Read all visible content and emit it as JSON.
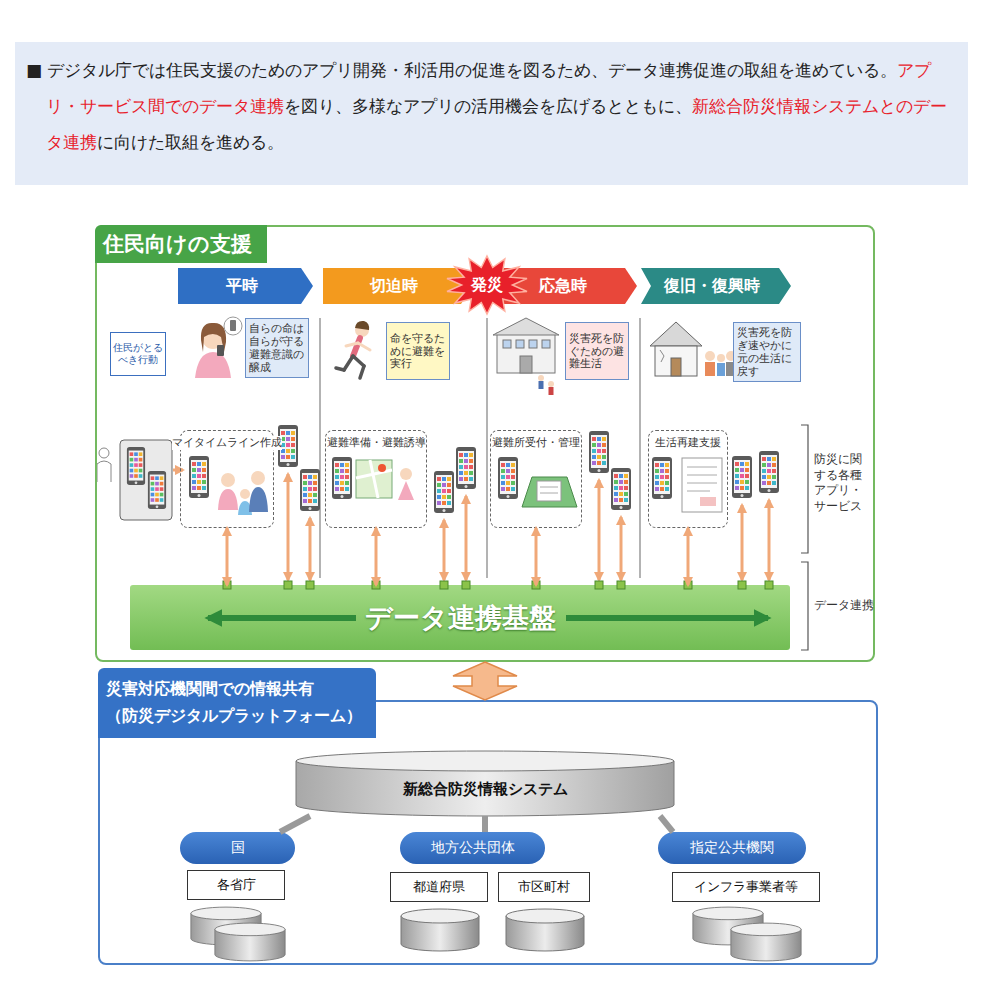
{
  "diagram": {
    "nodes": [
      {
        "text": [
          "住民向けの支援"
        ]
      },
      {
        "text": [
          "平時"
        ],
        "in": 0
      },
      {
        "text": [
          "切迫時"
        ],
        "in": 0
      },
      {
        "text": [
          "発災"
        ],
        "in": 0
      },
      {
        "text": [
          "応急時"
        ],
        "in": 0
      },
      {
        "text": [
          "復旧・復興時"
        ],
        "in": 0
      },
      {
        "text": [
          "住民がとるべき行動"
        ],
        "in": 0
      },
      {
        "text": [
          "自らの命は自らが守る避難意識の醸成"
        ],
        "in": 0
      },
      {
        "text": [
          "命を守るために避難を実行"
        ],
        "in": 0
      },
      {
        "text": [
          "災害死を防ぐための避難生活"
        ],
        "in": 0
      },
      {
        "text": [
          "災害死を防ぎ速やかに元の生活に戻す"
        ],
        "in": 0
      },
      {
        "text": [
          "マイタイムライン作成"
        ],
        "in": 0
      },
      {
        "text": [
          "避難準備・避難誘導"
        ],
        "in": 0
      },
      {
        "text": [
          "避難所受付・管理"
        ],
        "in": 0
      },
      {
        "text": [
          "生活再建支援"
        ],
        "in": 0
      },
      {
        "text": [
          "データ連携基盤"
        ],
        "in": 0
      },
      {
        "text": [
          "災害対応機関間での情報共有 （防災デジタルプラットフォーム）"
        ]
      },
      {
        "text": [
          "新総合防災情報システム"
        ],
        "in": 16
      },
      {
        "text": [
          "国"
        ],
        "in": 16
      },
      {
        "text": [
          "地方公共団体"
        ],
        "in": 16
      },
      {
        "text": [
          "指定公共機関"
        ],
        "in": 16
      },
      {
        "text": [
          "各省庁"
        ],
        "in": 16
      },
      {
        "text": [
          "都道府県"
        ],
        "in": 16
      },
      {
        "text": [
          "市区町村"
        ],
        "in": 16
      },
      {
        "text": [
          "インフラ事業者等"
        ],
        "in": 16
      }
    ],
    "edges": [
      {
        "from": 11,
        "to": 15,
        "arrow": "both"
      },
      {
        "from": 12,
        "to": 15,
        "arrow": "both"
      },
      {
        "from": 13,
        "to": 15,
        "arrow": "both"
      },
      {
        "from": 14,
        "to": 15,
        "arrow": "both"
      },
      {
        "from": 0,
        "to": 16,
        "arrow": "both"
      },
      {
        "from": 17,
        "to": 18,
        "arrow": "none"
      },
      {
        "from": 17,
        "to": 19,
        "arrow": "none"
      },
      {
        "from": 17,
        "to": 20,
        "arrow": "none"
      }
    ],
    "labels": [
      "■ デジタル庁では住民支援のためのアプリ開発・利活用の促進を図るため、データ連携促進の取組を進めている。",
      "アプリ・サービス間でのデータ連携",
      "を図り、多様なアプリの活用機会を広げるとともに、",
      "新総合防災情報システムとのデータ連携",
      "に向けた取組を進める。",
      "防災に関する各種アプリ・サービス",
      "データ連携"
    ]
  }
}
